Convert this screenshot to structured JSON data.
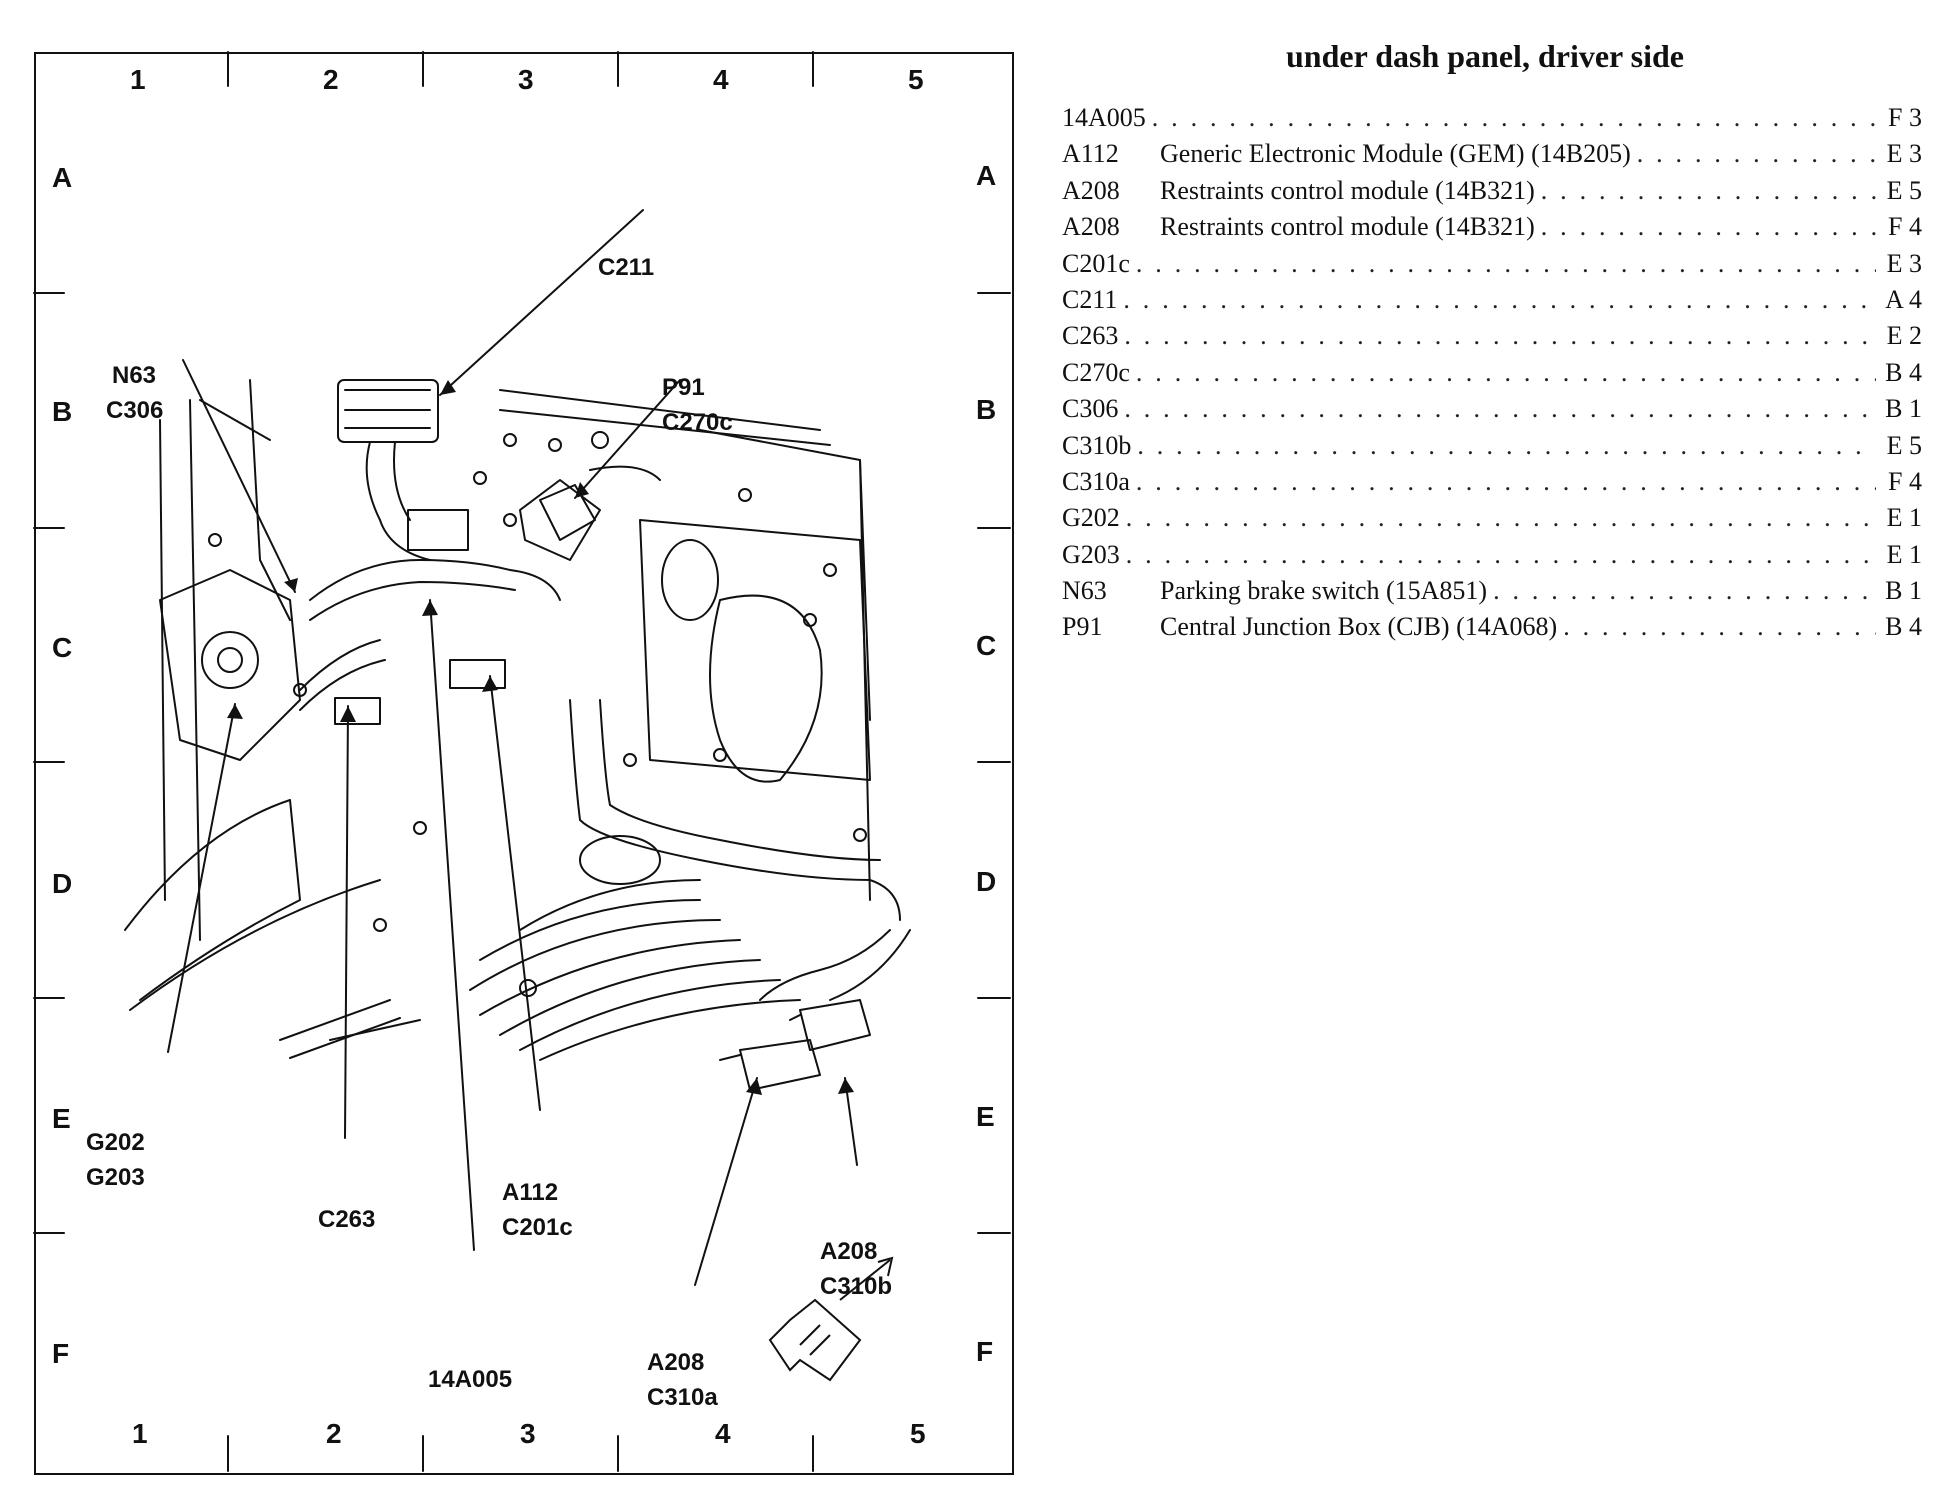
{
  "title": "under dash panel, driver side",
  "grid": {
    "columns": [
      "1",
      "2",
      "3",
      "4",
      "5"
    ],
    "rows": [
      "A",
      "B",
      "C",
      "D",
      "E",
      "F"
    ]
  },
  "callouts": [
    {
      "id": "c211",
      "lines": [
        "C211"
      ]
    },
    {
      "id": "n63",
      "lines": [
        "N63",
        "C306"
      ]
    },
    {
      "id": "p91",
      "lines": [
        "P91",
        "C270c"
      ]
    },
    {
      "id": "g202",
      "lines": [
        "G202",
        "G203"
      ]
    },
    {
      "id": "c263",
      "lines": [
        "C263"
      ]
    },
    {
      "id": "a112",
      "lines": [
        "A112",
        "C201c"
      ]
    },
    {
      "id": "a14a005",
      "lines": [
        "14A005"
      ]
    },
    {
      "id": "a208b",
      "lines": [
        "A208",
        "C310b"
      ]
    },
    {
      "id": "a208a",
      "lines": [
        "A208",
        "C310a"
      ]
    }
  ],
  "legend": [
    {
      "code": "14A005",
      "desc": "",
      "loc": "F 3"
    },
    {
      "code": "A112",
      "desc": "Generic Electronic Module (GEM) (14B205)",
      "loc": "E 3"
    },
    {
      "code": "A208",
      "desc": "Restraints control module (14B321)",
      "loc": "E 5"
    },
    {
      "code": "A208",
      "desc": "Restraints control module (14B321)",
      "loc": "F 4"
    },
    {
      "code": "C201c",
      "desc": "",
      "loc": "E 3"
    },
    {
      "code": "C211",
      "desc": "",
      "loc": "A 4"
    },
    {
      "code": "C263",
      "desc": "",
      "loc": "E 2"
    },
    {
      "code": "C270c",
      "desc": "",
      "loc": "B 4"
    },
    {
      "code": "C306",
      "desc": "",
      "loc": "B 1"
    },
    {
      "code": "C310b",
      "desc": "",
      "loc": "E 5"
    },
    {
      "code": "C310a",
      "desc": "",
      "loc": "F 4"
    },
    {
      "code": "G202",
      "desc": "",
      "loc": "E 1"
    },
    {
      "code": "G203",
      "desc": "",
      "loc": "E 1"
    },
    {
      "code": "N63",
      "desc": "Parking brake switch (15A851)",
      "loc": "B 1"
    },
    {
      "code": "P91",
      "desc": "Central Junction Box (CJB) (14A068)",
      "loc": "B 4"
    }
  ]
}
